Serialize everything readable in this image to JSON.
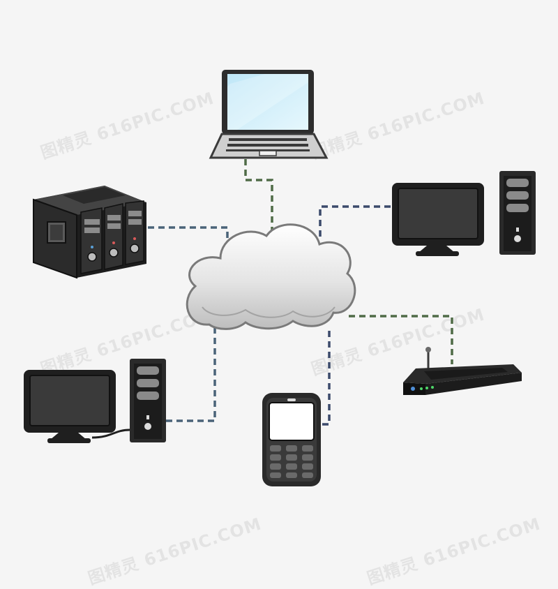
{
  "watermark": {
    "text": "图精灵 616PIC.COM"
  },
  "colors": {
    "background": "#f5f5f5",
    "link_dark_blue": "#3b4a6b",
    "link_slate": "#4a6378",
    "link_green": "#4f6b46",
    "device_body": "#2a2a2a",
    "laptop_screen": "#c9ecf9",
    "cloud_fill": "#d6d6d6"
  },
  "diagram": {
    "center": {
      "name": "cloud",
      "icon": "cloud-icon"
    },
    "nodes": [
      {
        "name": "laptop",
        "icon": "laptop-icon",
        "link_color": "link_green"
      },
      {
        "name": "server-rack",
        "icon": "server-rack-icon",
        "link_color": "link_slate"
      },
      {
        "name": "desktop-right",
        "icon": "desktop-computer-icon",
        "link_color": "link_dark_blue"
      },
      {
        "name": "desktop-left",
        "icon": "desktop-computer-icon",
        "link_color": "link_slate"
      },
      {
        "name": "mobile-phone",
        "icon": "mobile-phone-icon",
        "link_color": "link_dark_blue"
      },
      {
        "name": "router",
        "icon": "router-icon",
        "link_color": "link_green"
      }
    ]
  }
}
